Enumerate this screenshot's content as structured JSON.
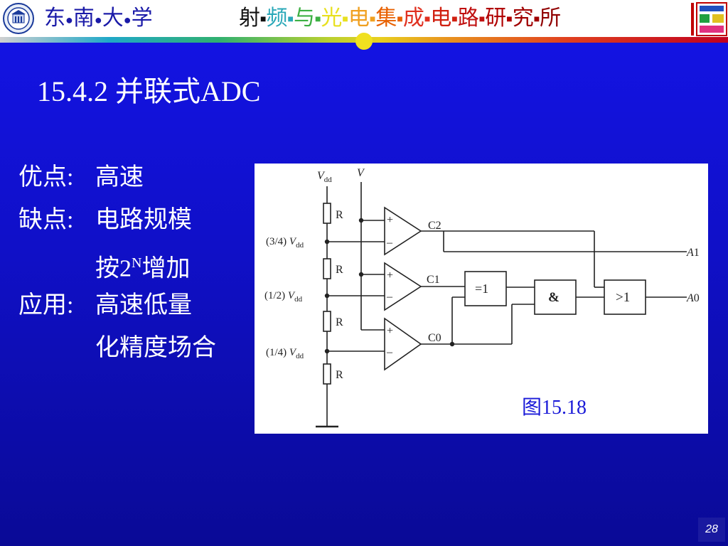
{
  "header": {
    "university_chars": [
      "东",
      "南",
      "大",
      "学"
    ],
    "institute_chars": [
      {
        "c": "射",
        "color": "#111111"
      },
      {
        "c": "频",
        "color": "#2aa8b8"
      },
      {
        "c": "与",
        "color": "#3cb043"
      },
      {
        "c": "光",
        "color": "#e8e020"
      },
      {
        "c": "电",
        "color": "#f0a020"
      },
      {
        "c": "集",
        "color": "#e86000"
      },
      {
        "c": "成",
        "color": "#e03020"
      },
      {
        "c": "电",
        "color": "#d02010"
      },
      {
        "c": "路",
        "color": "#c01010"
      },
      {
        "c": "研",
        "color": "#b00000"
      },
      {
        "c": "究",
        "color": "#a00000"
      },
      {
        "c": "所",
        "color": "#900000"
      }
    ]
  },
  "title": "15.4.2 并联式ADC",
  "bullets": {
    "pros_label": "优点:",
    "pros_text": "高速",
    "cons_label": "缺点:",
    "cons_text": "电路规模",
    "cons_text2_pre": "按2",
    "cons_text2_sup": "N",
    "cons_text2_post": "增加",
    "app_label": "应用:",
    "app_text": "高速低量",
    "app_text2": "化精度场合"
  },
  "figure": {
    "vdd_top": "V",
    "vdd_sub": "dd",
    "v_in": "V",
    "r_labels": [
      "R",
      "R",
      "R",
      "R"
    ],
    "tap_34": "(3/4)",
    "tap_12": "(1/2)",
    "tap_14": "(1/4)",
    "tap_v": "V",
    "tap_sub": "dd",
    "plus": "+",
    "minus": "–",
    "comparators": [
      "C2",
      "C1",
      "C0"
    ],
    "xor_label": "=1",
    "and_label": "&",
    "or_label": ">1",
    "out_a1_letter": "A",
    "out_a1_digit": "1",
    "out_a0_letter": "A",
    "out_a0_digit": "0",
    "caption": "图15.18"
  },
  "page_number": "28",
  "colors": {
    "background": "#1414e8",
    "header_blue": "#1a1aa8",
    "caption_blue": "#1a1ad8"
  }
}
